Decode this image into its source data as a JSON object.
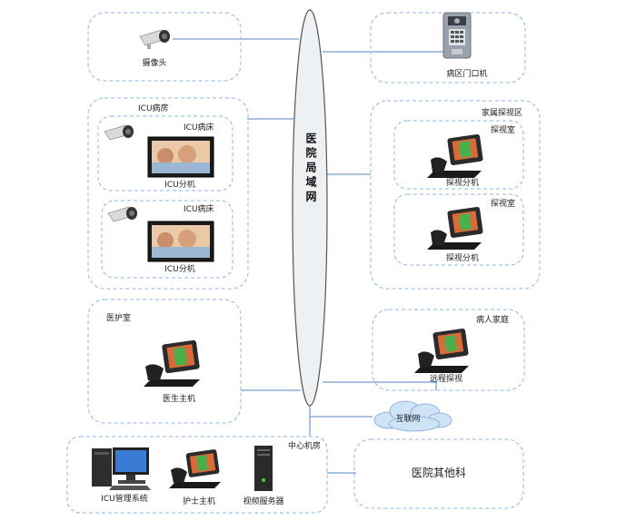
{
  "backbone": {
    "label": "医院局域网"
  },
  "camera_zone": {
    "device_label": "摄像头"
  },
  "door_zone": {
    "device_label": "病区门口机"
  },
  "icu_zone": {
    "title": "ICU病房",
    "beds": [
      {
        "title": "ICU病床",
        "device_label": "ICU分机"
      },
      {
        "title": "ICU病床",
        "device_label": "ICU分机"
      }
    ]
  },
  "visit_zone": {
    "title": "家属探视区",
    "rooms": [
      {
        "title": "探视室",
        "device_label": "探视分机"
      },
      {
        "title": "探视室",
        "device_label": "探视分机"
      }
    ]
  },
  "nurse_zone": {
    "title": "医护室",
    "device_label": "医生主机"
  },
  "family_zone": {
    "title": "病人家庭",
    "device_label": "远程探视"
  },
  "internet": {
    "label": "互联网"
  },
  "center_zone": {
    "title": "中心机房",
    "devices": [
      {
        "label": "ICU管理系统"
      },
      {
        "label": "护士主机"
      },
      {
        "label": "视频服务器"
      }
    ]
  },
  "other_zone": {
    "label": "医院其他科"
  },
  "colors": {
    "zone_border": "#8fb4e3",
    "link": "#4f86c6",
    "backbone_fill": "#eef1f4",
    "cloud_fill": "#cfe3f7"
  }
}
